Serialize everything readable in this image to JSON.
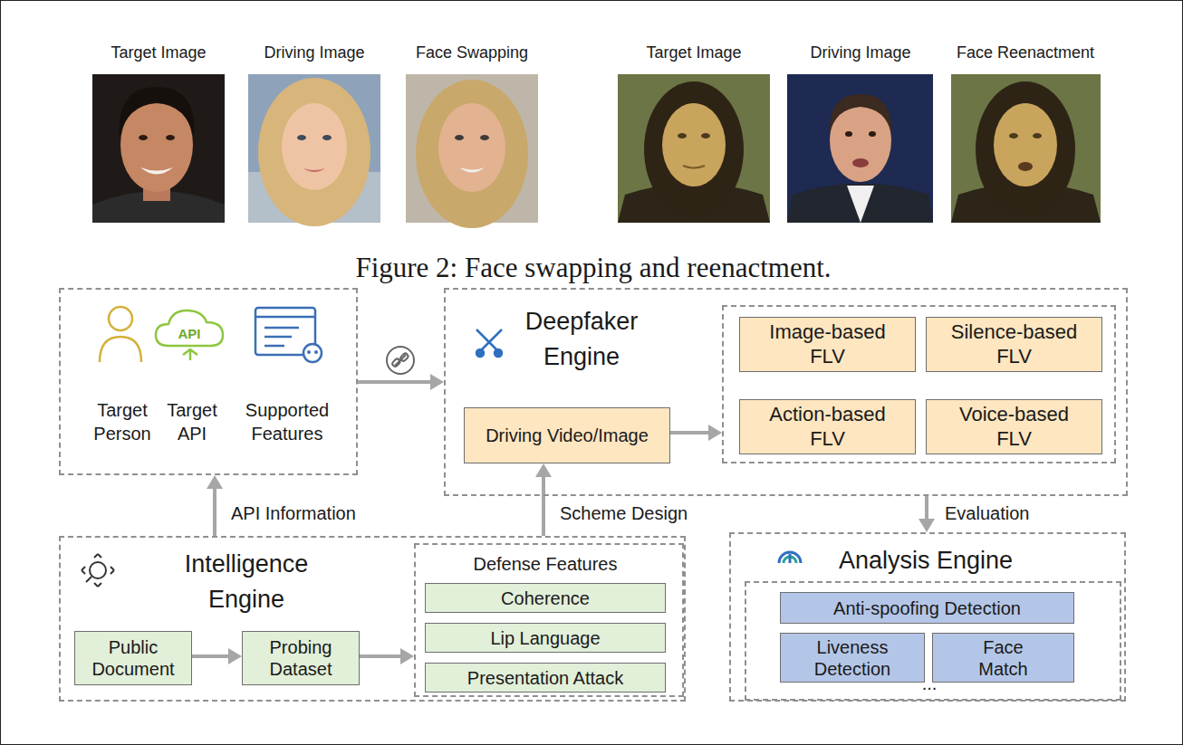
{
  "diagram": {
    "caption": "Figure 2: Face swapping and reenactment.",
    "nodes": [
      {
        "text": [
          "Target Person",
          "Target API",
          "Supported Features"
        ]
      },
      {
        "text": [
          "Deepfaker Engine"
        ]
      },
      {
        "text": [
          "Driving Video/Image"
        ],
        "in": 1
      },
      {
        "text": [],
        "in": 1
      },
      {
        "text": [
          "Image-based FLV"
        ],
        "in": 3
      },
      {
        "text": [
          "Silence-based FLV"
        ],
        "in": 3
      },
      {
        "text": [
          "Action-based FLV"
        ],
        "in": 3
      },
      {
        "text": [
          "Voice-based FLV"
        ],
        "in": 3
      },
      {
        "text": [
          "Intelligence Engine"
        ]
      },
      {
        "text": [
          "Public Document"
        ],
        "in": 8
      },
      {
        "text": [
          "Probing Dataset"
        ],
        "in": 8
      },
      {
        "text": [
          "Defense Features"
        ],
        "in": 8
      },
      {
        "text": [
          "Coherence"
        ],
        "in": 11
      },
      {
        "text": [
          "Lip Language"
        ],
        "in": 11
      },
      {
        "text": [
          "Presentation Attack"
        ],
        "in": 11
      },
      {
        "text": [
          "Analysis Engine"
        ]
      },
      {
        "text": [
          "..."
        ],
        "in": 15
      },
      {
        "text": [
          "Anti-spoofing Detection"
        ],
        "in": 16
      },
      {
        "text": [
          "Liveness Detection"
        ],
        "in": 16
      },
      {
        "text": [
          "Face Match"
        ],
        "in": 16
      }
    ],
    "edges": [
      {
        "from": 0,
        "to": 1,
        "arrow": "to"
      },
      {
        "from": 2,
        "to": 3,
        "arrow": "to"
      },
      {
        "from": 1,
        "to": 15,
        "label": "Evaluation",
        "arrow": "to"
      },
      {
        "from": 8,
        "to": 0,
        "label": "API Information",
        "arrow": "to"
      },
      {
        "from": 8,
        "to": 2,
        "label": "Scheme Design",
        "arrow": "to"
      },
      {
        "from": 9,
        "to": 10,
        "arrow": "to"
      },
      {
        "from": 10,
        "to": 11,
        "arrow": "to"
      }
    ],
    "labels": [
      "Target Image",
      "Driving Image",
      "Face Swapping",
      "Target Image",
      "Driving Image",
      "Face Reenactment",
      "API"
    ]
  }
}
